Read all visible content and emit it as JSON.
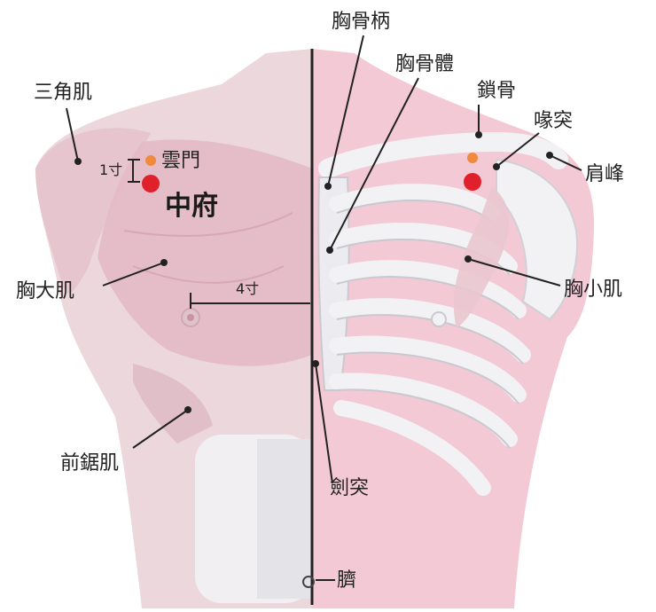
{
  "colors": {
    "skin_left": "#ecd7dd",
    "skin_right": "#f3c9d6",
    "muscle": "#e9c6d0",
    "bone": "#f2f2f4",
    "bone_shadow": "#c9c9cf",
    "point_main": "#e0202a",
    "point_sub": "#f08a3c",
    "line": "#222222"
  },
  "labels": {
    "deltoid": "三角肌",
    "yunmen": "雲門",
    "zhongfu": "中府",
    "one_cun": "1寸",
    "pectoralis_major": "胸大肌",
    "four_cun": "4寸",
    "serratus_anterior": "前鋸肌",
    "manubrium": "胸骨柄",
    "sternal_body": "胸骨體",
    "clavicle": "鎖骨",
    "coracoid": "喙突",
    "acromion": "肩峰",
    "pectoralis_minor": "胸小肌",
    "xiphoid": "劍突",
    "navel": "臍"
  }
}
